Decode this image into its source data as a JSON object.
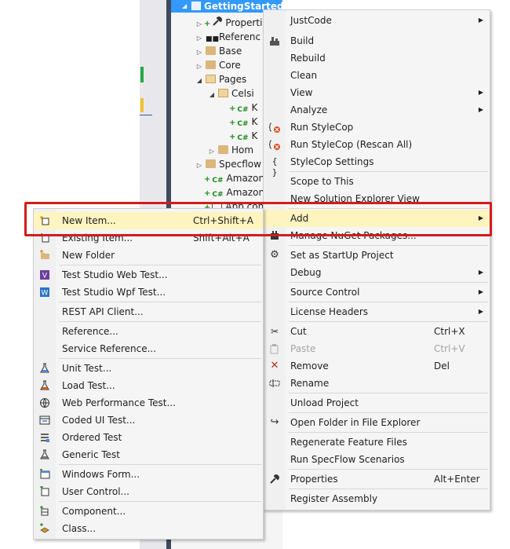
{
  "tree": {
    "project": "GettingStartedSpecflow",
    "items": [
      {
        "label": "Properti",
        "icon": "wrench-icon",
        "arrow": "▷",
        "plus": "+",
        "indent": 0
      },
      {
        "label": "Referenc",
        "icon": "references-icon",
        "arrow": "▷",
        "plus": "",
        "indent": 0
      },
      {
        "label": "Base",
        "icon": "folder-icon",
        "arrow": "▷",
        "plus": "",
        "indent": 0
      },
      {
        "label": "Core",
        "icon": "folder-icon",
        "arrow": "▷",
        "plus": "",
        "indent": 0
      },
      {
        "label": "Pages",
        "icon": "folder-open-icon",
        "arrow": "◢",
        "plus": "",
        "indent": 0
      },
      {
        "label": "Celsi",
        "icon": "folder-open-icon",
        "arrow": "◢",
        "plus": "",
        "indent": 1
      },
      {
        "label": "K",
        "icon": "csharp-icon",
        "arrow": "",
        "plus": "+",
        "indent": 2
      },
      {
        "label": "K",
        "icon": "csharp-icon",
        "arrow": "",
        "plus": "+",
        "indent": 2
      },
      {
        "label": "K",
        "icon": "csharp-icon",
        "arrow": "",
        "plus": "+",
        "indent": 2
      },
      {
        "label": "Hom",
        "icon": "folder-icon",
        "arrow": "▷",
        "plus": "",
        "indent": 1
      },
      {
        "label": "Specflow",
        "icon": "folder-icon",
        "arrow": "▷",
        "plus": "",
        "indent": 0
      },
      {
        "label": "Amazon",
        "icon": "csharp-icon",
        "arrow": "",
        "plus": "+",
        "indent": 0
      },
      {
        "label": "Amazon",
        "icon": "csharp-icon",
        "arrow": "",
        "plus": "+",
        "indent": 0
      },
      {
        "label": "App.con",
        "icon": "config-icon",
        "arrow": "",
        "plus": "+",
        "indent": 0
      }
    ]
  },
  "main_menu": {
    "items": [
      {
        "label": "JustCode",
        "shortcut": "",
        "submenu": true,
        "icon": "",
        "disabled": false,
        "sep_after": false
      },
      {
        "label": "Build",
        "shortcut": "",
        "submenu": false,
        "icon": "build-icon",
        "disabled": false,
        "sep_after": false
      },
      {
        "label": "Rebuild",
        "shortcut": "",
        "submenu": false,
        "icon": "",
        "disabled": false,
        "sep_after": false
      },
      {
        "label": "Clean",
        "shortcut": "",
        "submenu": false,
        "icon": "",
        "disabled": false,
        "sep_after": false
      },
      {
        "label": "View",
        "shortcut": "",
        "submenu": true,
        "icon": "",
        "disabled": false,
        "sep_after": false
      },
      {
        "label": "Analyze",
        "shortcut": "",
        "submenu": true,
        "icon": "",
        "disabled": false,
        "sep_after": false
      },
      {
        "label": "Run StyleCop",
        "shortcut": "",
        "submenu": false,
        "icon": "stylecop-icon",
        "disabled": false,
        "sep_after": false
      },
      {
        "label": "Run StyleCop (Rescan All)",
        "shortcut": "",
        "submenu": false,
        "icon": "stylecop-icon",
        "disabled": false,
        "sep_after": false
      },
      {
        "label": "StyleCop Settings",
        "shortcut": "",
        "submenu": false,
        "icon": "braces-icon",
        "disabled": false,
        "sep_after": true
      },
      {
        "label": "Scope to This",
        "shortcut": "",
        "submenu": false,
        "icon": "",
        "disabled": false,
        "sep_after": false
      },
      {
        "label": "New Solution Explorer View",
        "shortcut": "",
        "submenu": false,
        "icon": "",
        "disabled": false,
        "sep_after": true
      },
      {
        "label": "Add",
        "shortcut": "",
        "submenu": true,
        "icon": "",
        "disabled": false,
        "sep_after": false,
        "highlight": true
      },
      {
        "label": "Manage NuGet Packages...",
        "shortcut": "",
        "submenu": false,
        "icon": "nuget-icon",
        "disabled": false,
        "sep_after": true
      },
      {
        "label": "Set as StartUp Project",
        "shortcut": "",
        "submenu": false,
        "icon": "gear-icon",
        "disabled": false,
        "sep_after": false
      },
      {
        "label": "Debug",
        "shortcut": "",
        "submenu": true,
        "icon": "",
        "disabled": false,
        "sep_after": true
      },
      {
        "label": "Source Control",
        "shortcut": "",
        "submenu": true,
        "icon": "",
        "disabled": false,
        "sep_after": true
      },
      {
        "label": "License Headers",
        "shortcut": "",
        "submenu": true,
        "icon": "",
        "disabled": false,
        "sep_after": true
      },
      {
        "label": "Cut",
        "shortcut": "Ctrl+X",
        "submenu": false,
        "icon": "scissors-icon",
        "disabled": false,
        "sep_after": false
      },
      {
        "label": "Paste",
        "shortcut": "Ctrl+V",
        "submenu": false,
        "icon": "paste-icon",
        "disabled": true,
        "sep_after": false
      },
      {
        "label": "Remove",
        "shortcut": "Del",
        "submenu": false,
        "icon": "remove-icon",
        "disabled": false,
        "sep_after": false
      },
      {
        "label": "Rename",
        "shortcut": "",
        "submenu": false,
        "icon": "rename-icon",
        "disabled": false,
        "sep_after": true
      },
      {
        "label": "Unload Project",
        "shortcut": "",
        "submenu": false,
        "icon": "",
        "disabled": false,
        "sep_after": true
      },
      {
        "label": "Open Folder in File Explorer",
        "shortcut": "",
        "submenu": false,
        "icon": "open-folder-icon",
        "disabled": false,
        "sep_after": true
      },
      {
        "label": "Regenerate Feature Files",
        "shortcut": "",
        "submenu": false,
        "icon": "",
        "disabled": false,
        "sep_after": false
      },
      {
        "label": "Run SpecFlow Scenarios",
        "shortcut": "",
        "submenu": false,
        "icon": "",
        "disabled": false,
        "sep_after": true
      },
      {
        "label": "Properties",
        "shortcut": "Alt+Enter",
        "submenu": false,
        "icon": "wrench-icon",
        "disabled": false,
        "sep_after": true
      },
      {
        "label": "Register Assembly",
        "shortcut": "",
        "submenu": false,
        "icon": "",
        "disabled": false,
        "sep_after": false
      }
    ]
  },
  "add_submenu": {
    "items": [
      {
        "label": "New Item...",
        "shortcut": "Ctrl+Shift+A",
        "icon": "new-item-icon",
        "sep_after": false,
        "highlight": true
      },
      {
        "label": "Existing Item...",
        "shortcut": "Shift+Alt+A",
        "icon": "existing-item-icon",
        "sep_after": false
      },
      {
        "label": "New Folder",
        "shortcut": "",
        "icon": "new-folder-icon",
        "sep_after": true
      },
      {
        "label": "Test Studio Web Test...",
        "shortcut": "",
        "icon": "test-studio-web-icon",
        "sep_after": false
      },
      {
        "label": "Test Studio Wpf Test...",
        "shortcut": "",
        "icon": "test-studio-wpf-icon",
        "sep_after": true
      },
      {
        "label": "REST API Client...",
        "shortcut": "",
        "icon": "",
        "sep_after": true
      },
      {
        "label": "Reference...",
        "shortcut": "",
        "icon": "",
        "sep_after": false
      },
      {
        "label": "Service Reference...",
        "shortcut": "",
        "icon": "",
        "sep_after": true
      },
      {
        "label": "Unit Test...",
        "shortcut": "",
        "icon": "unit-test-icon",
        "sep_after": false
      },
      {
        "label": "Load Test...",
        "shortcut": "",
        "icon": "load-test-icon",
        "sep_after": false
      },
      {
        "label": "Web Performance Test...",
        "shortcut": "",
        "icon": "web-perf-test-icon",
        "sep_after": false
      },
      {
        "label": "Coded UI Test...",
        "shortcut": "",
        "icon": "coded-ui-test-icon",
        "sep_after": false
      },
      {
        "label": "Ordered Test",
        "shortcut": "",
        "icon": "ordered-test-icon",
        "sep_after": false
      },
      {
        "label": "Generic Test",
        "shortcut": "",
        "icon": "generic-test-icon",
        "sep_after": true
      },
      {
        "label": "Windows Form...",
        "shortcut": "",
        "icon": "windows-form-icon",
        "sep_after": false
      },
      {
        "label": "User Control...",
        "shortcut": "",
        "icon": "user-control-icon",
        "sep_after": true
      },
      {
        "label": "Component...",
        "shortcut": "",
        "icon": "component-icon",
        "sep_after": false
      },
      {
        "label": "Class...",
        "shortcut": "",
        "icon": "class-icon",
        "sep_after": false
      }
    ]
  },
  "colors": {
    "highlight": "#fdf4bf",
    "annotation": "#d11d1d",
    "selection": "#3399ff"
  }
}
